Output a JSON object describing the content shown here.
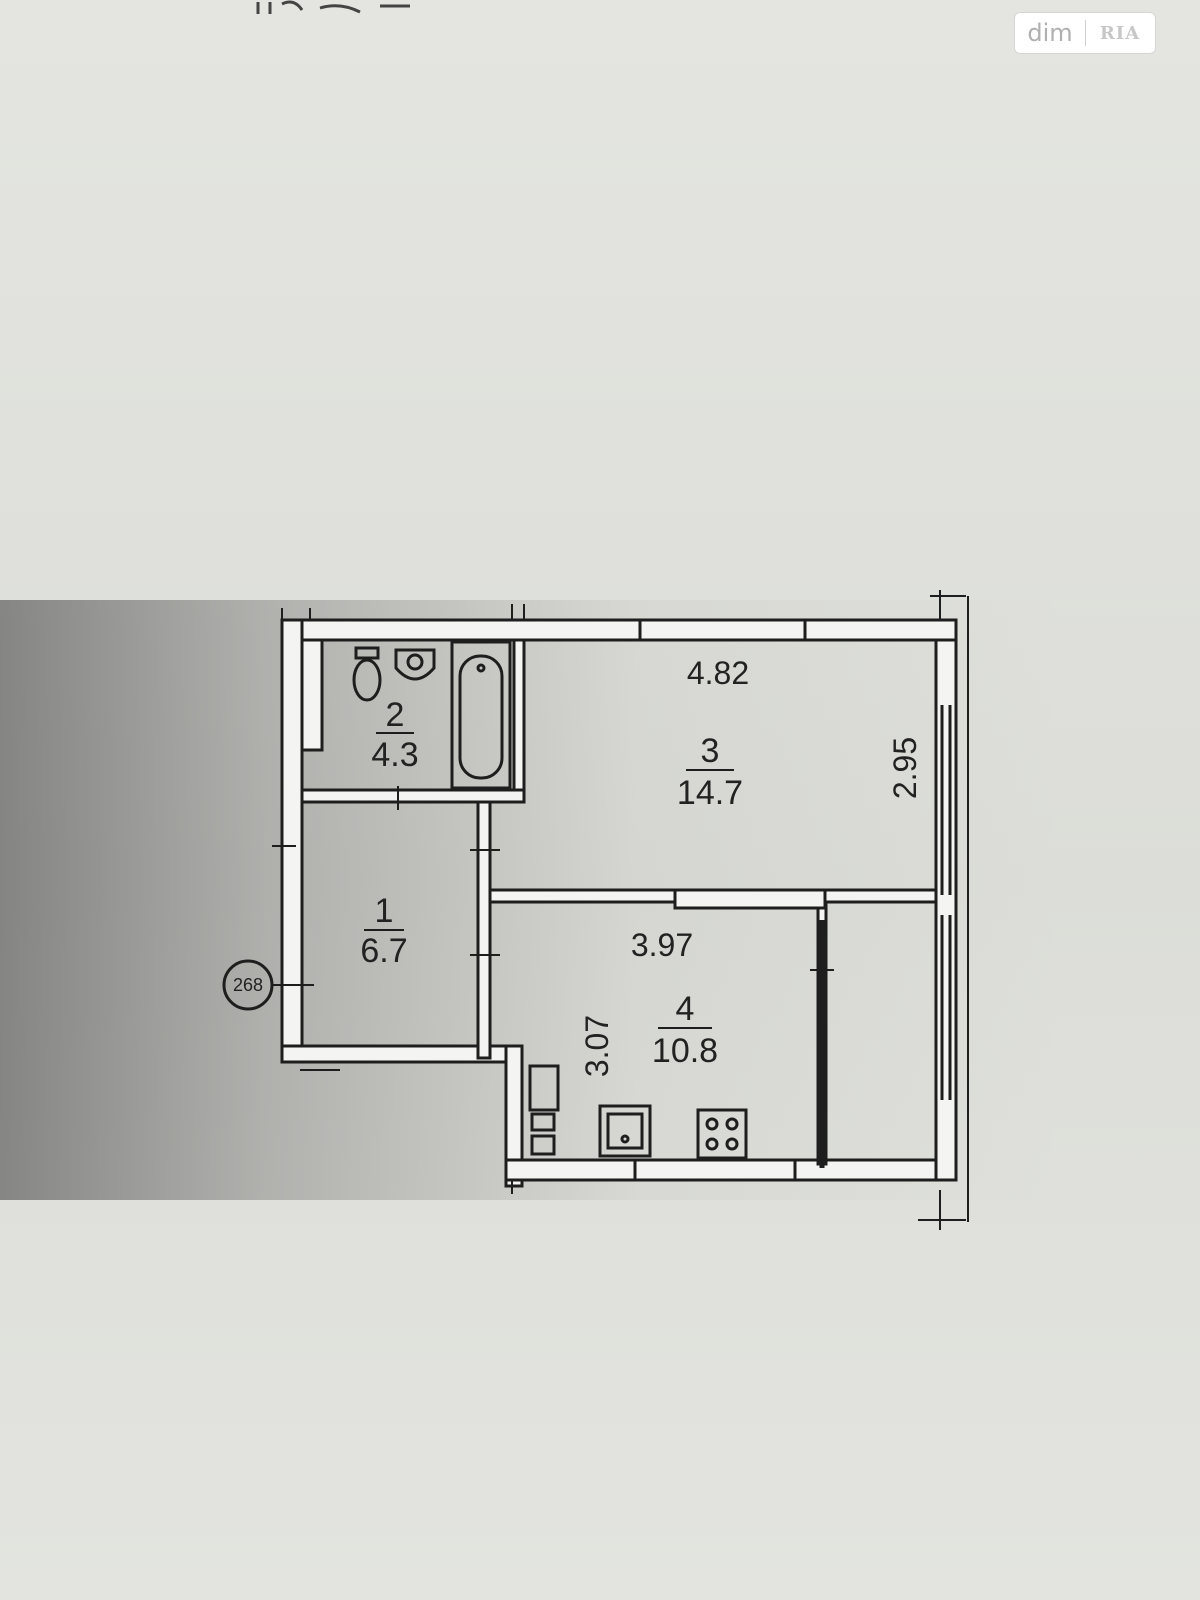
{
  "watermark": {
    "part1": "dim",
    "part2": "RIA"
  },
  "top_scribble": "…",
  "rooms": [
    {
      "number": "1",
      "area": "6.7"
    },
    {
      "number": "2",
      "area": "4.3"
    },
    {
      "number": "3",
      "area": "14.7"
    },
    {
      "number": "4",
      "area": "10.8"
    }
  ],
  "dimensions": {
    "room3_width": "4.82",
    "room3_depth": "2.95",
    "room4_width": "3.97",
    "room4_depth": "3.07"
  },
  "axis_marker": "268"
}
